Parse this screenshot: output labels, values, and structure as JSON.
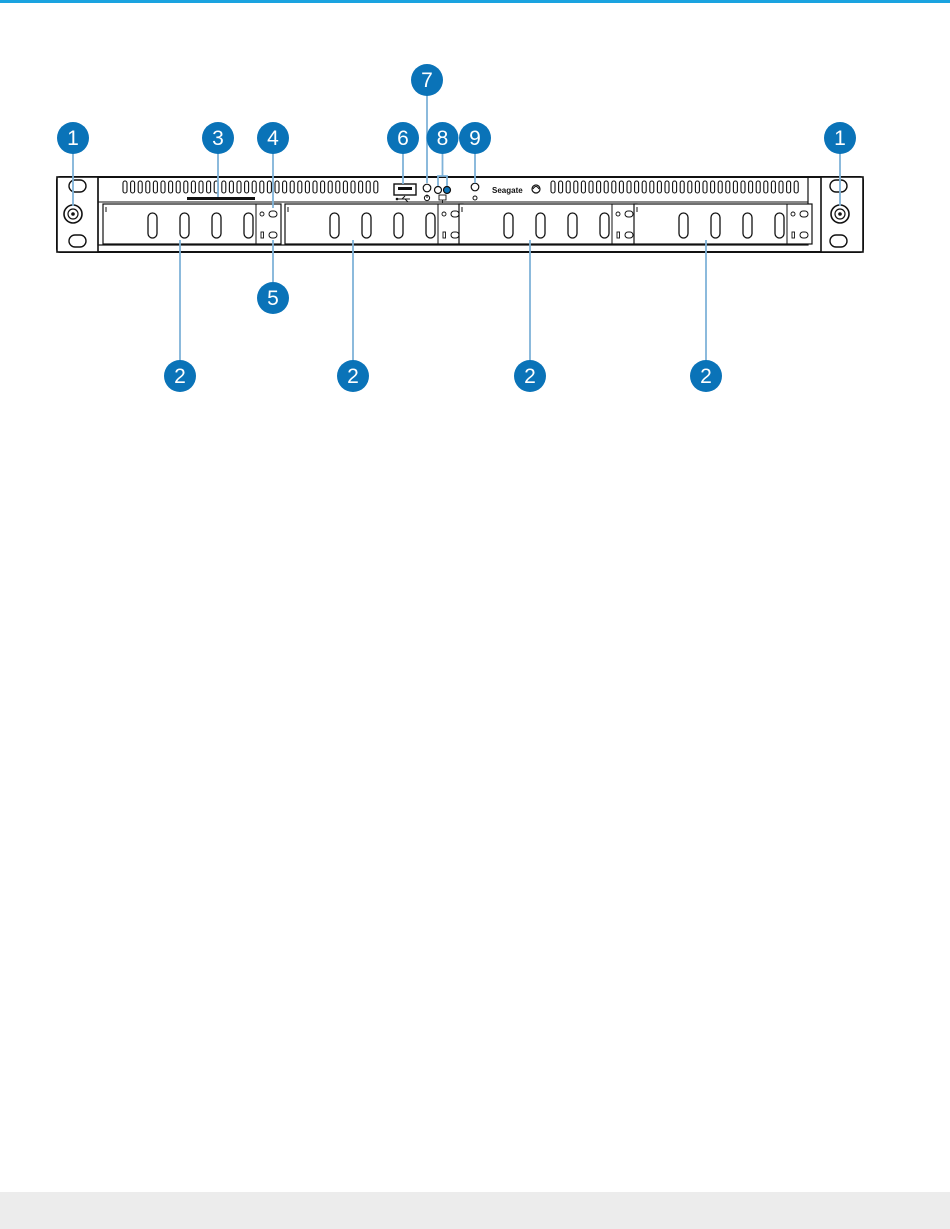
{
  "colors": {
    "accent": "#1aa3e0",
    "callout": "#0a73b8",
    "leader": "#7fb3d9",
    "footer": "#ececec"
  },
  "brand": "Seagate",
  "callouts": {
    "c1_left": "1",
    "c1_right": "1",
    "c2_a": "2",
    "c2_b": "2",
    "c2_c": "2",
    "c2_d": "2",
    "c3": "3",
    "c4": "4",
    "c5": "5",
    "c6": "6",
    "c7": "7",
    "c8": "8",
    "c9": "9"
  },
  "icons": [
    "usb-icon",
    "power-icon",
    "network-icon",
    "id-icon",
    "seagate-logo-icon",
    "drive-activity-icon",
    "drive-status-icon"
  ]
}
